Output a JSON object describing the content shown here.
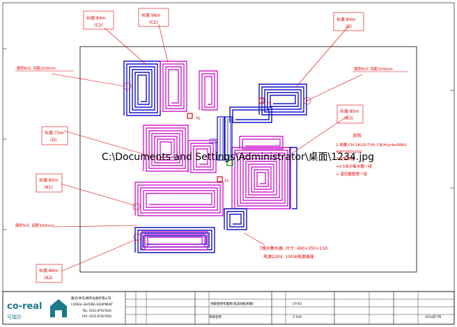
{
  "overlay_path": "C:\\Documents and Settings\\Administrator\\桌面\\1234.jpg",
  "loops": [
    {
      "id": "c2",
      "len": "长度:84m",
      "name": "(C2)"
    },
    {
      "id": "c1",
      "len": "长度:98m",
      "name": "(C1)"
    },
    {
      "id": "b",
      "len": "长度:84m",
      "name": "(B)"
    },
    {
      "id": "d",
      "len": "长度:73m",
      "name": "(D)"
    },
    {
      "id": "a3",
      "len": "长度:85m",
      "name": "(A3)"
    },
    {
      "id": "a1",
      "len": "长度:85m",
      "name": "(A1)"
    },
    {
      "id": "a2",
      "len": "长度:86m",
      "name": "(A2)"
    }
  ],
  "spacing_notes": {
    "left_top": "面积6㎡, 间距100mm",
    "right_top": "面积6㎡, 间距100mm",
    "left_bottom": "面积5㎡, 间距100mm"
  },
  "notes": {
    "title": "说明:",
    "lines": [
      "1.地暖 CN 242/5-T(H) CN(H)urbolMAX",
      "  490*350*150",
      "2.分集水器",
      "+0.5米分集水器一组",
      "+ 温控器管理一组"
    ]
  },
  "manifold_note": {
    "line1": "7路分集水器: 尺寸: 490×350×150",
    "line2": "电源220V, 100W电源插座"
  },
  "title_block": {
    "company": "雅沃(青岛)换热设备有限公司",
    "company_sub": "COREAL HEATING EQUIPMENT",
    "tel": "TEL: 0532-87927830",
    "fax": "FAX: 0532-87927830",
    "logo": "co-real",
    "logo_cn": "可瑞尔",
    "drawing_title": "地暖盘管布置图(低温地板采暖)",
    "project": "项目名称",
    "drawing_no": "CR-01",
    "scale": "1:100",
    "date": "2014年7月"
  }
}
